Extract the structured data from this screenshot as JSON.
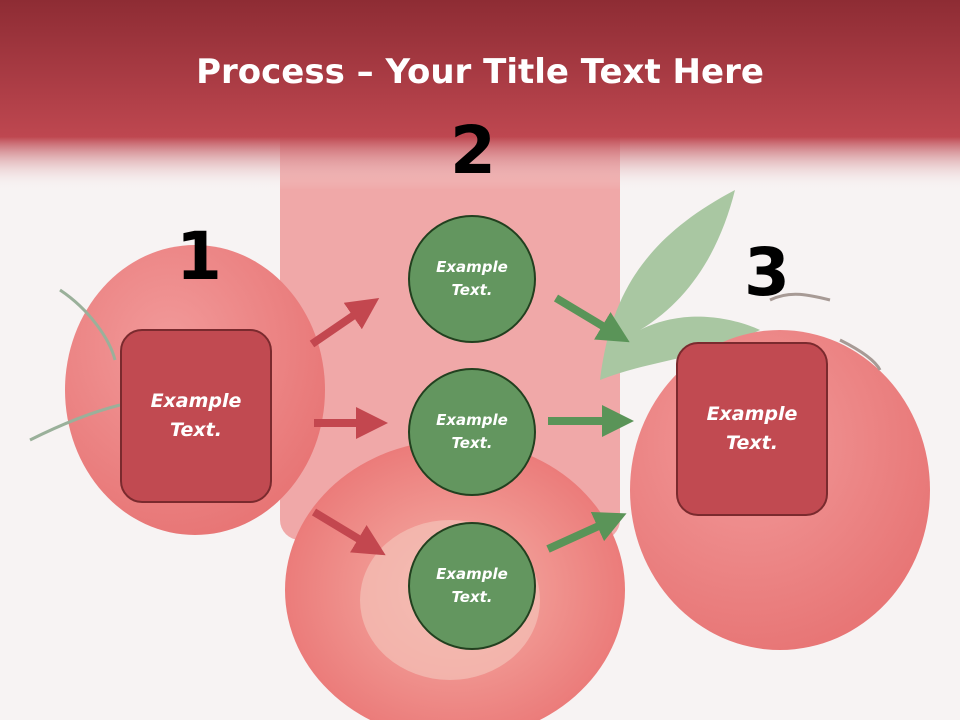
{
  "header": {
    "title_bold": "Process",
    "title_rest": " – Your Title Text Here"
  },
  "steps": {
    "one": "1",
    "two": "2",
    "three": "3"
  },
  "boxes": {
    "left": "Example\nText.",
    "right": "Example\nText."
  },
  "circles": {
    "top": "Example\nText.",
    "middle": "Example\nText.",
    "bottom": "Example\nText."
  },
  "colors": {
    "header_band": "#b9434b",
    "box_fill": "#c14a51",
    "circle_fill": "#63965f",
    "arrow_red": "#c3474f",
    "arrow_green": "#5a9458"
  }
}
